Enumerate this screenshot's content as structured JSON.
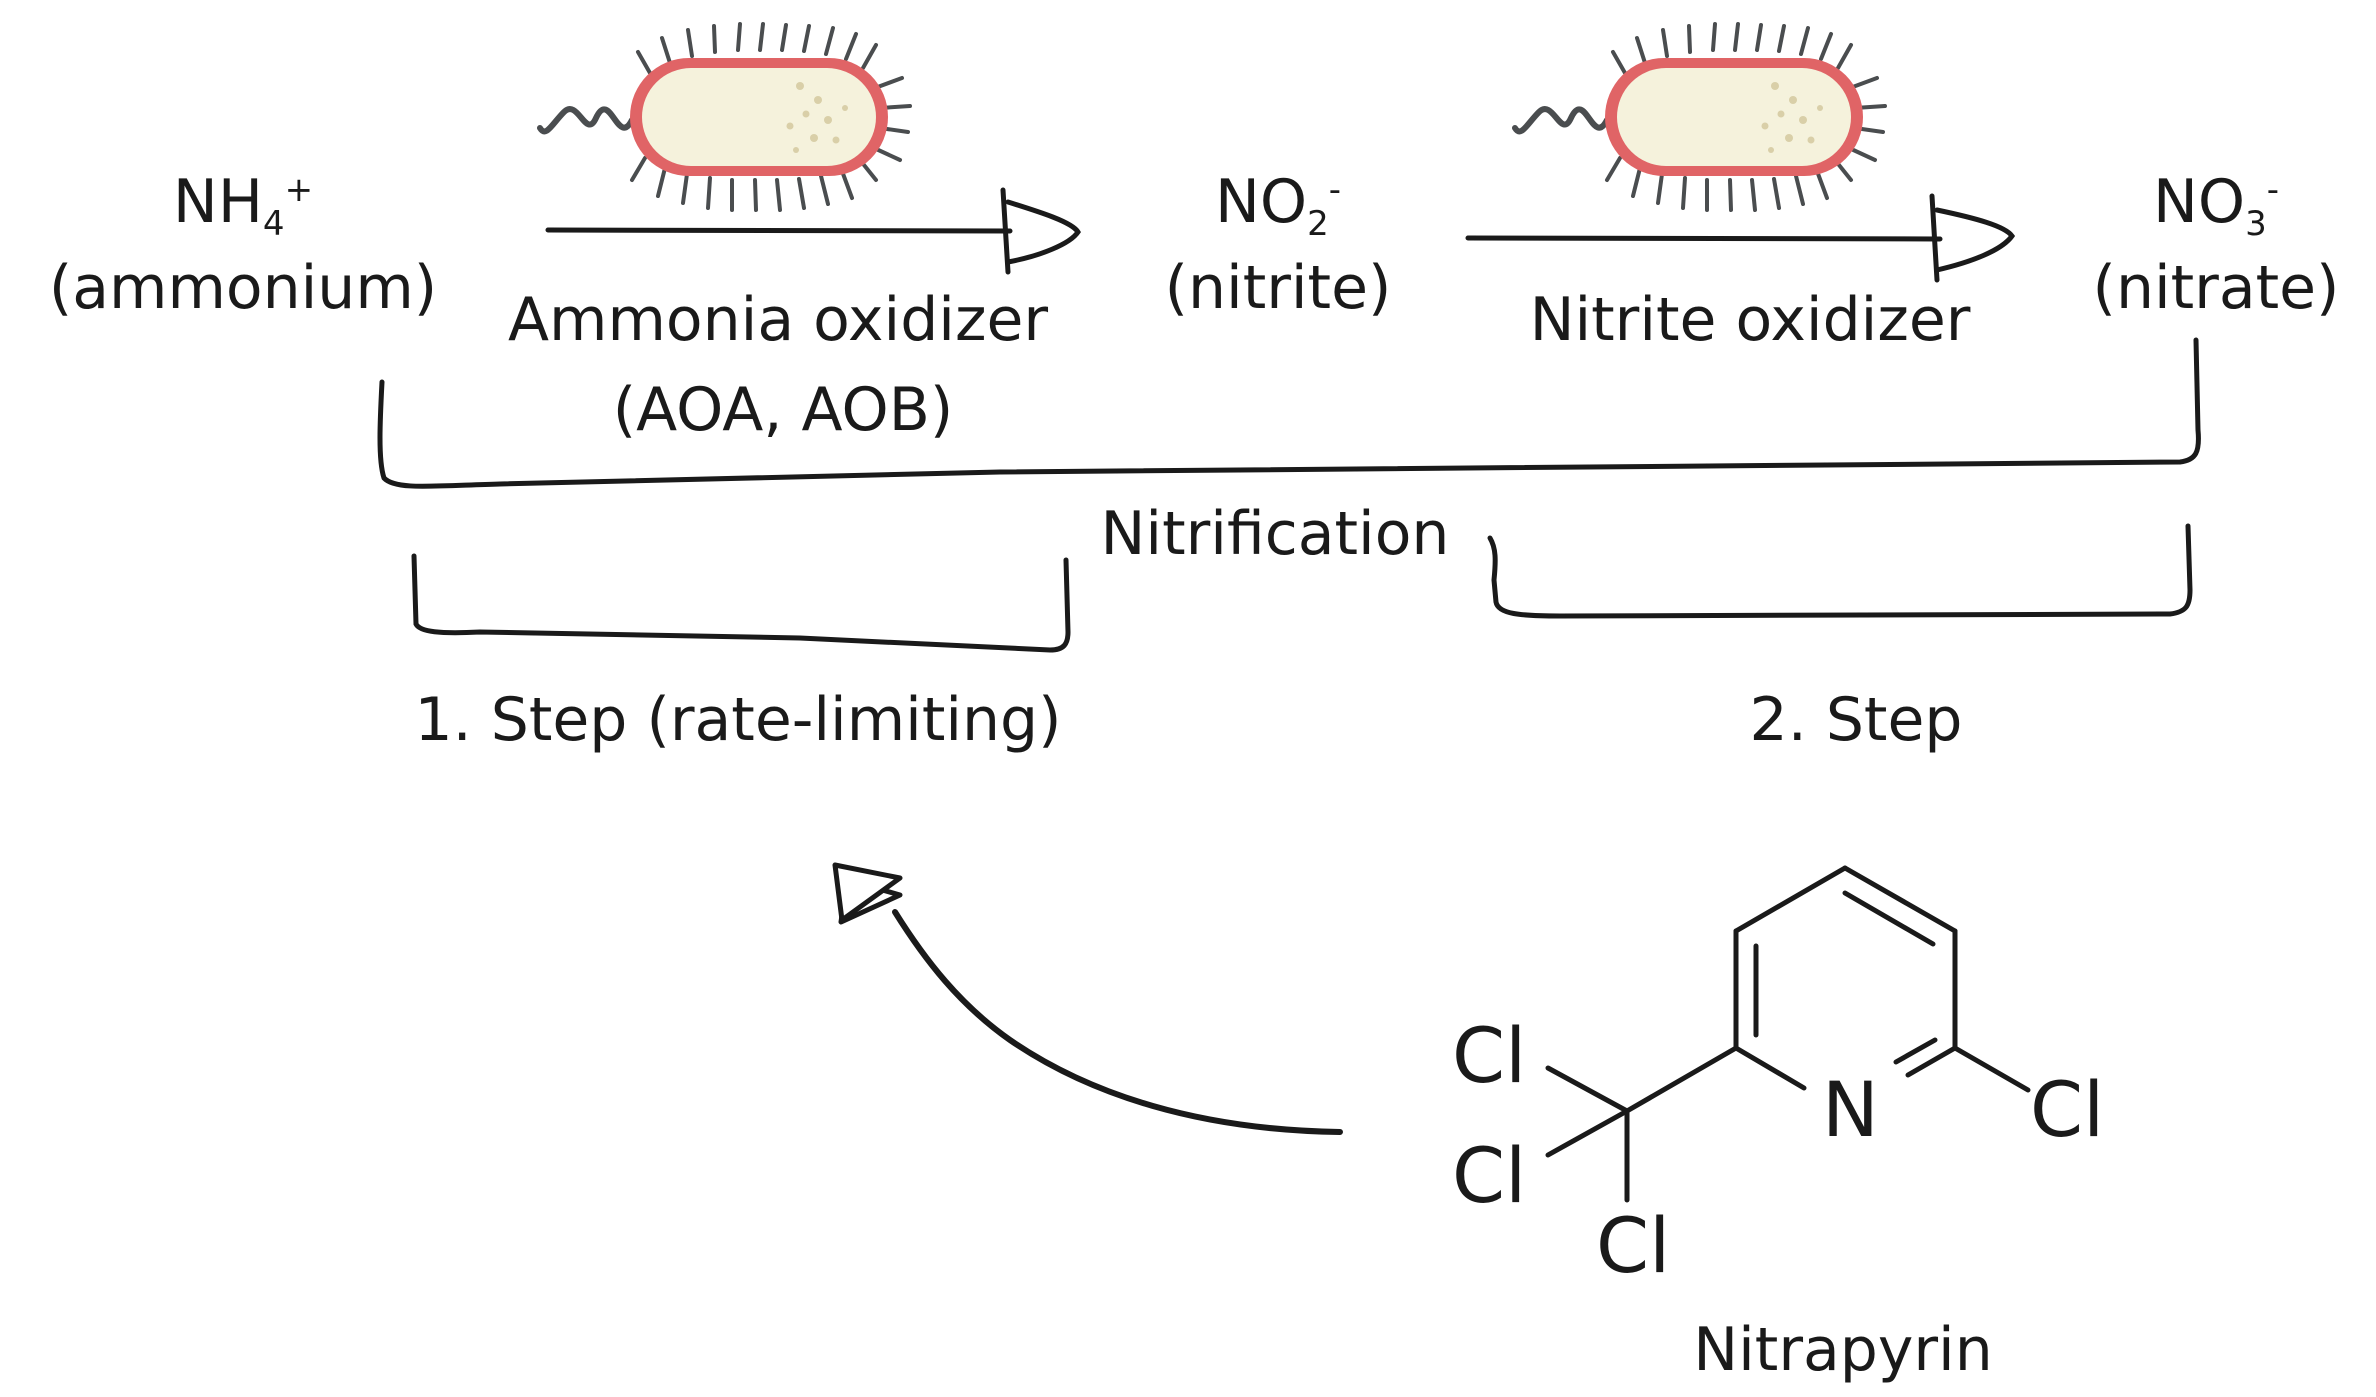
{
  "species": {
    "ammonium": {
      "formula": "NH",
      "sub": "4",
      "sup": "+",
      "name": "(ammonium)"
    },
    "nitrite": {
      "formula": "NO",
      "sub": "2",
      "sup": "-",
      "name": "(nitrite)"
    },
    "nitrate": {
      "formula": "NO",
      "sub": "3",
      "sup": "-",
      "name": "(nitrate)"
    }
  },
  "organisms": {
    "ammonia_oxidizer": {
      "line1": "Ammonia oxidizer",
      "line2": "(AOA, AOB)"
    },
    "nitrite_oxidizer": {
      "line1": "Nitrite oxidizer"
    }
  },
  "brackets": {
    "overall": "Nitrification",
    "step1": "1. Step (rate-limiting)",
    "step2": "2. Step"
  },
  "inhibitor": {
    "name": "Nitrapyrin",
    "atoms": {
      "cl_top": "Cl",
      "cl_mid": "Cl",
      "cl_bottom": "Cl",
      "nitrogen": "N",
      "cl_ring": "Cl"
    }
  },
  "colors": {
    "ink": "#1a1a1a",
    "bacterium_body": "#f5f2dc",
    "bacterium_membrane": "#e06466",
    "bacterium_spots": "#d9cfa8",
    "cilia": "#4a4d4f"
  }
}
